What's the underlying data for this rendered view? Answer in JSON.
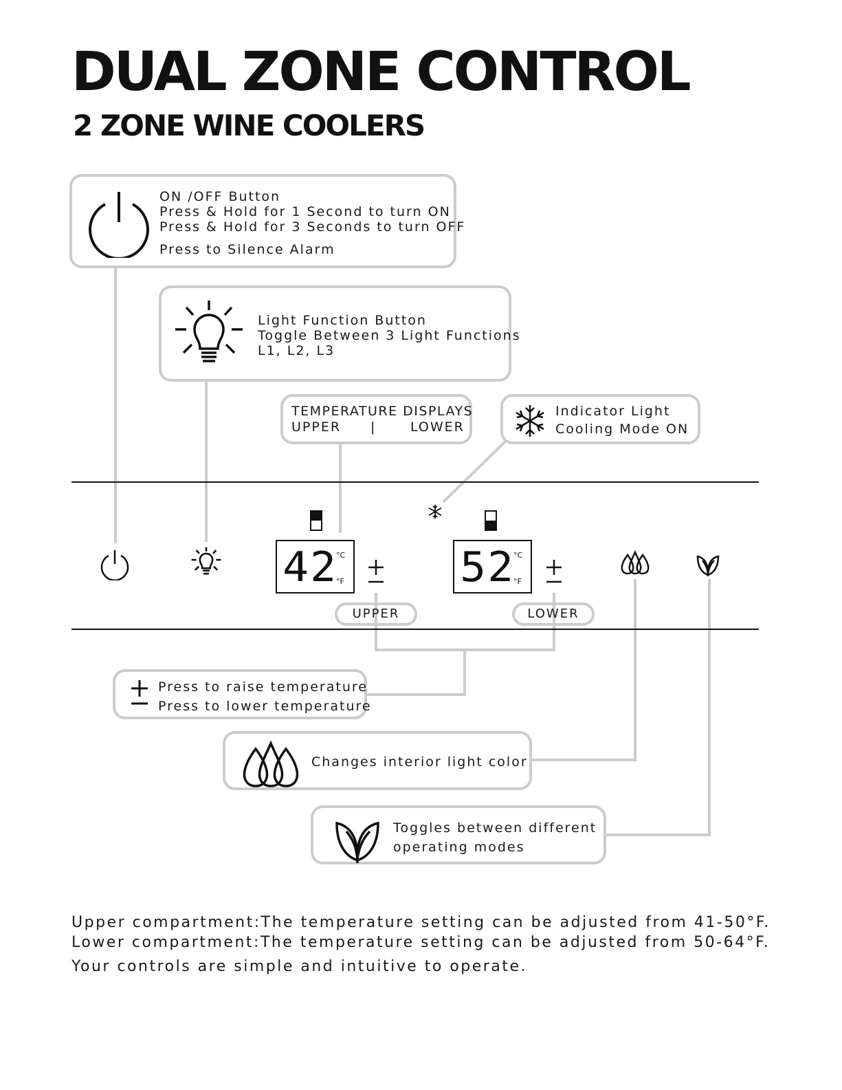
{
  "header": {
    "title": "DUAL ZONE CONTROL",
    "subtitle": "2 ZONE WINE COOLERS"
  },
  "callouts": {
    "power": {
      "line1": "ON /OFF Button",
      "line2": "Press & Hold for 1 Second to turn ON",
      "line3": "Press & Hold for 3 Seconds to turn OFF",
      "line4": "Press to Silence Alarm"
    },
    "light": {
      "line1": "Light Function Button",
      "line2": "Toggle Between 3 Light Functions",
      "line3": "L1, L2, L3"
    },
    "temp_displays": {
      "line1": "TEMPERATURE DISPLAYS",
      "upper": "UPPER",
      "sep": "|",
      "lower": "LOWER"
    },
    "indicator": {
      "line1": "Indicator Light",
      "line2": "Cooling Mode ON"
    },
    "plus_minus": {
      "plus": "Press to raise temperature",
      "minus": "Press to lower temperature"
    },
    "color": {
      "text": "Changes interior light color"
    },
    "mode": {
      "line1": "Toggles between different",
      "line2": "operating modes"
    }
  },
  "panel": {
    "upper_temp": "42",
    "lower_temp": "52",
    "unit_c": "°C",
    "unit_f": "°F",
    "upper_label": "UPPER",
    "lower_label": "LOWER"
  },
  "footer": {
    "line1": "Upper compartment:The temperature setting can be adjusted from 41-50°F.",
    "line2": "Lower compartment:The temperature setting can be adjusted from 50-64°F.",
    "line3": "Your controls are simple and intuitive to operate."
  },
  "colors": {
    "callout_border": "#cccccc",
    "ink": "#111111"
  }
}
